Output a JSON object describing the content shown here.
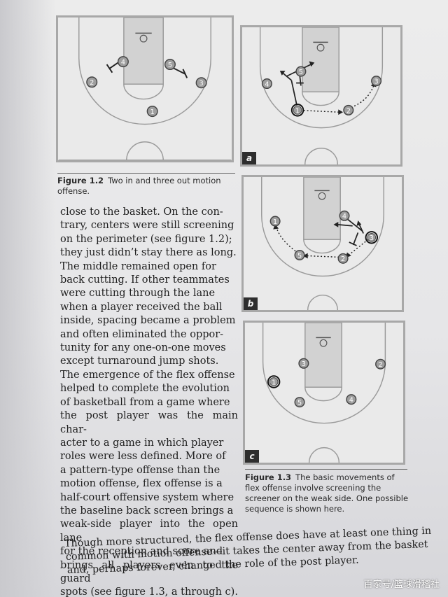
{
  "figure_1_2": {
    "label": "Figure 1.2",
    "text": "Two in and three out motion offense.",
    "players": [
      "4",
      "5",
      "2",
      "3",
      "1"
    ]
  },
  "figure_1_3": {
    "label": "Figure 1.3",
    "text": "The basic movements of flex offense involve screening the screener on the weak side. One possible sequence is shown here.",
    "panels": [
      {
        "tag": "a",
        "players": [
          "5",
          "4",
          "3",
          "1",
          "2"
        ]
      },
      {
        "tag": "b",
        "players": [
          "4",
          "1",
          "3",
          "5",
          "2"
        ]
      },
      {
        "tag": "c",
        "players": [
          "3",
          "2",
          "1",
          "5",
          "4"
        ]
      }
    ]
  },
  "body": {
    "column": "close to the basket. On the con-\ntrary, centers were still screening\non the perimeter (see figure 1.2);\nthey just didn’t stay there as long.\nThe middle remained open for\nback cutting. If other teammates\nwere cutting through the lane\nwhen a player received the ball\ninside, spacing became a problem\nand often eliminated the oppor-\ntunity for any one-on-one moves\nexcept turnaround jump shots.\n   The emergence of the flex offense\nhelped to complete the evolution\nof basketball from a game where\nthe post player was the main char-\nacter to a game in which player\nroles were less defined. More of\na pattern-type offense than the\nmotion offense, flex offense is a\nhalf-court offensive system where\nthe baseline back screen brings a\nweak-side player into the open lane\nfor the reception and score and\nbrings all players even to the guard\nspots (see figure 1.3, a through c).",
    "line_1": "Though more structured, the flex offense does have at least one thing in",
    "line_2": "common with motion offense—it takes the center away from the basket",
    "line_3": "and, perhaps forever, changed the role of the post player."
  },
  "watermark": "百家号/篮球滑稽社"
}
